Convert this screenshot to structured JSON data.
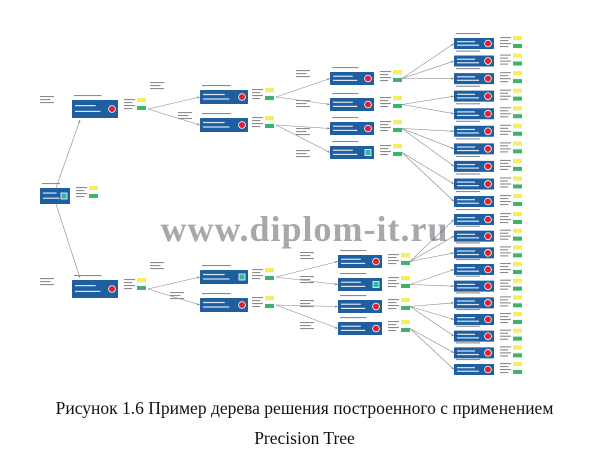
{
  "watermark": "www.diplom-it.ru",
  "caption": {
    "line1": "Рисунок 1.6 Пример дерева решения построенного с применением",
    "line2": "Precision Tree"
  },
  "colors": {
    "node_fill": "#1f5fa0",
    "chance_icon": "#e02030",
    "decision_icon": "#2fb5a0",
    "value_yellow": "#f3f05a",
    "value_green": "#3cb46e",
    "branch_line": "#8a8a8a"
  },
  "icons": {
    "chance": "red-circle-icon",
    "decision": "green-square-icon"
  }
}
